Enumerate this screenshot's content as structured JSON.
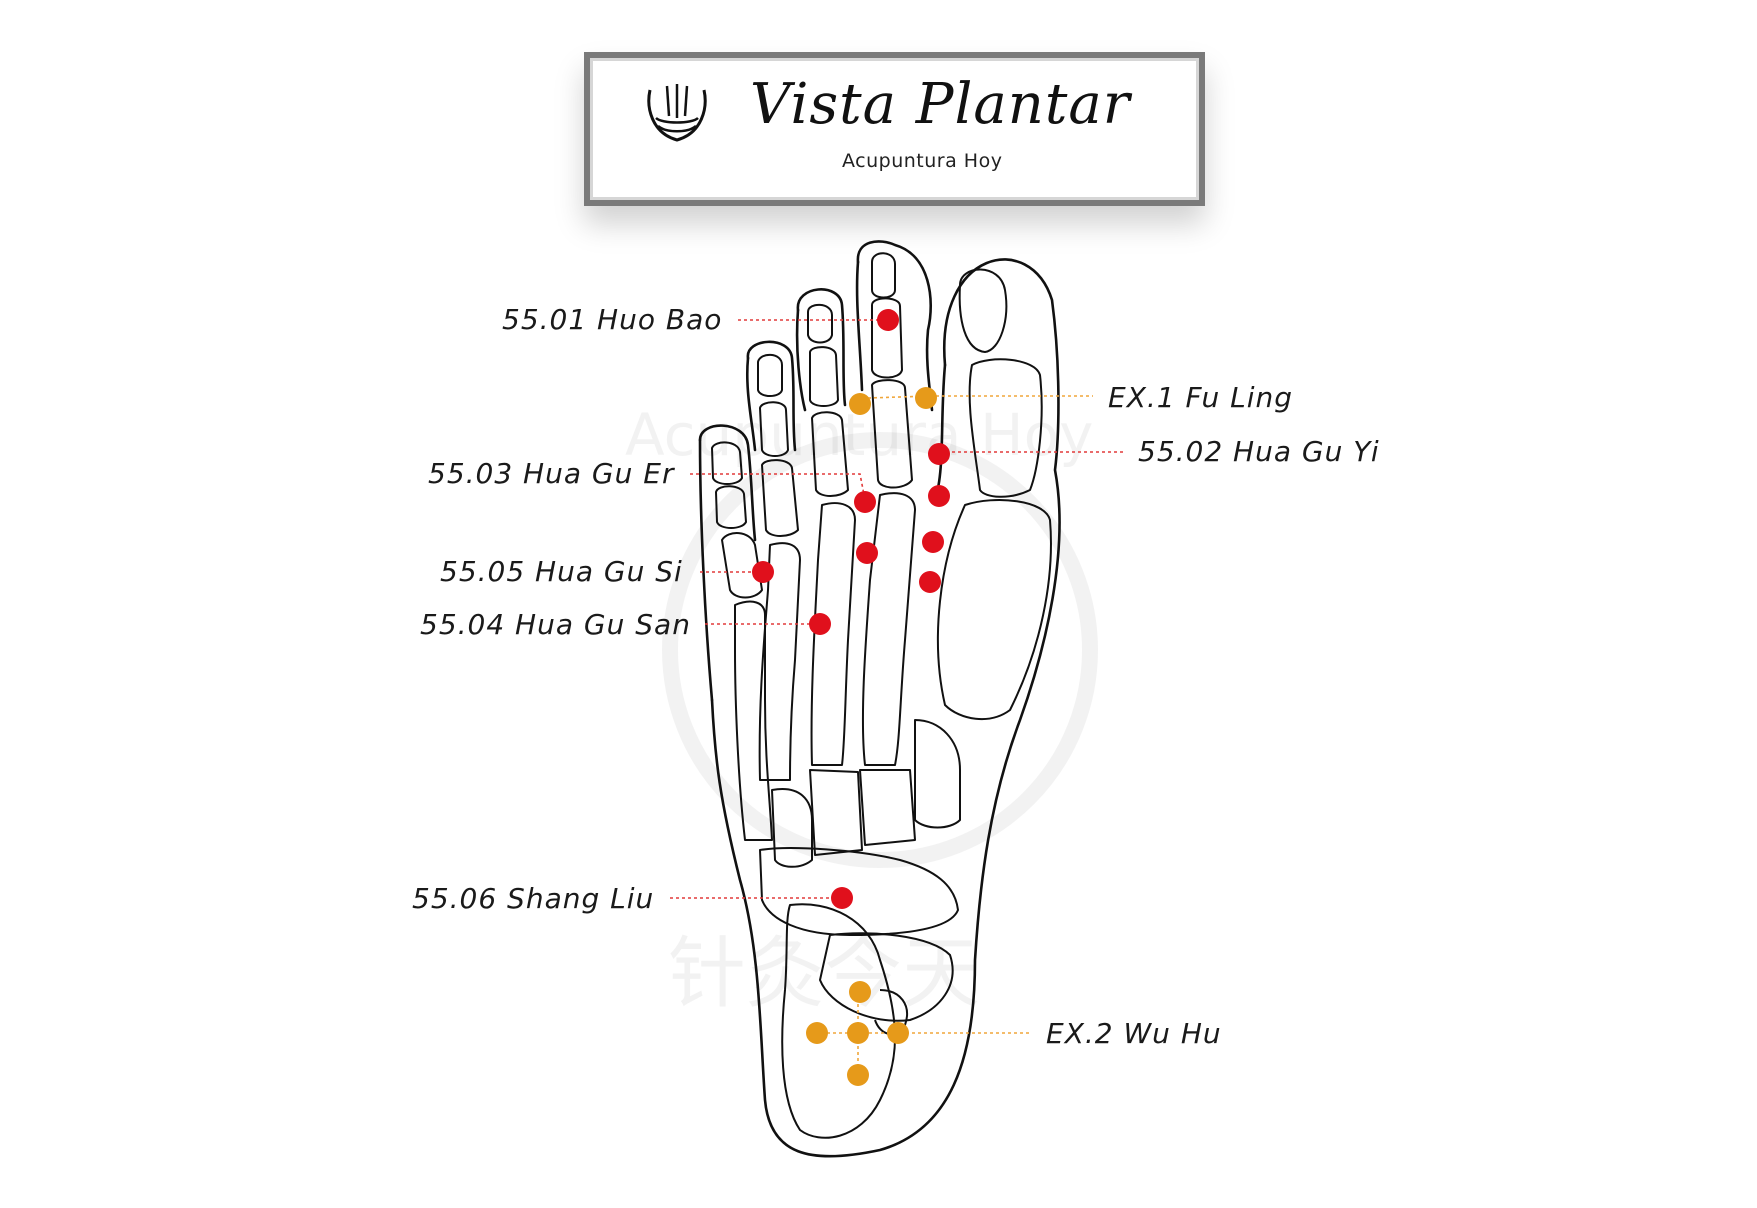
{
  "header": {
    "title": "Vista Plantar",
    "subtitle": "Acupuntura Hoy"
  },
  "watermark": {
    "text": "Acupuntura Hoy",
    "cn": "针灸今天"
  },
  "colors": {
    "red_point": "#e0101c",
    "orange_point": "#e69a1a",
    "red_leader": "#e23a3a",
    "orange_leader": "#f0a63a",
    "outline": "#111111"
  },
  "points": [
    {
      "id": "p5501",
      "code": "55.01",
      "name": "Huo Bao",
      "label": "55.01 Huo Bao",
      "color": "red"
    },
    {
      "id": "pex1",
      "code": "EX.1",
      "name": "Fu Ling",
      "label": "EX.1 Fu Ling",
      "color": "orange"
    },
    {
      "id": "p5502",
      "code": "55.02",
      "name": "Hua Gu Yi",
      "label": "55.02 Hua Gu Yi",
      "color": "red"
    },
    {
      "id": "p5503",
      "code": "55.03",
      "name": "Hua Gu Er",
      "label": "55.03 Hua Gu Er",
      "color": "red"
    },
    {
      "id": "p5505",
      "code": "55.05",
      "name": "Hua Gu Si",
      "label": "55.05 Hua Gu Si",
      "color": "red"
    },
    {
      "id": "p5504",
      "code": "55.04",
      "name": "Hua Gu San",
      "label": "55.04 Hua Gu San",
      "color": "red"
    },
    {
      "id": "p5506",
      "code": "55.06",
      "name": "Shang Liu",
      "label": "55.06 Shang Liu",
      "color": "red"
    },
    {
      "id": "pex2",
      "code": "EX.2",
      "name": "Wu Hu",
      "label": "EX.2 Wu Hu",
      "color": "orange"
    }
  ]
}
